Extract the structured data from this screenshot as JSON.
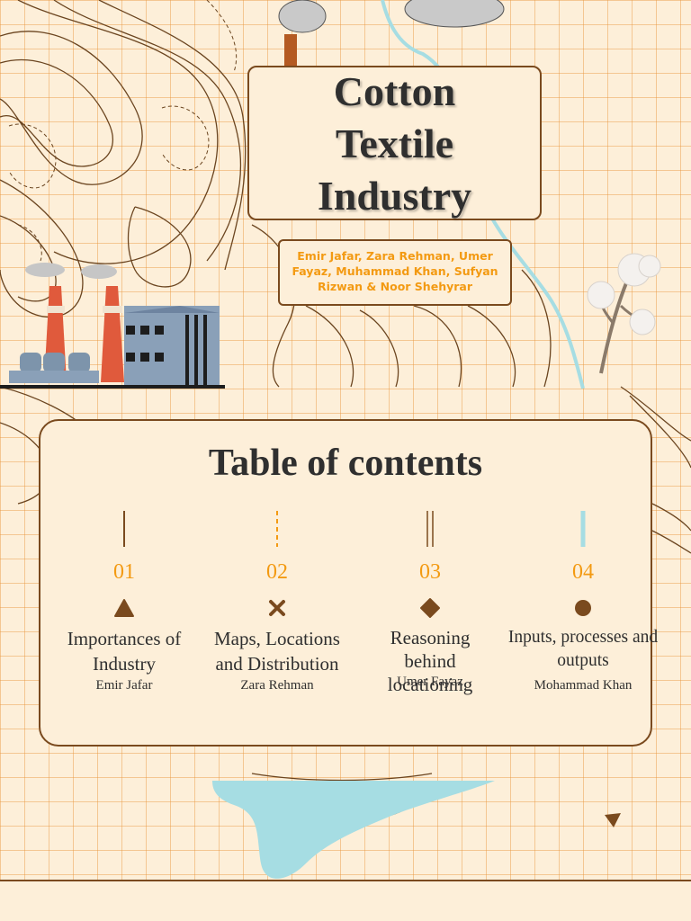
{
  "title": {
    "line1": "Cotton",
    "line2": "Textile",
    "line3": "Industry"
  },
  "authors": "Emir Jafar, Zara Rehman, Umer Fayaz, Muhammad Khan, Sufyan Rizwan & Noor Shehyrar",
  "toc": {
    "heading": "Table of contents",
    "items": [
      {
        "number": "01",
        "title": "Importances of Industry",
        "author": "Emir Jafar",
        "icon": "triangle-icon"
      },
      {
        "number": "02",
        "title": "Maps, Locations and Distribution",
        "author": "Zara Rehman",
        "icon": "cross-icon"
      },
      {
        "number": "03",
        "title": "Reasoning behind locationing",
        "author": "Umer Fayaz",
        "icon": "diamond-icon"
      },
      {
        "number": "04",
        "title": "Inputs, processes and outputs",
        "author": "Mohammad Khan",
        "icon": "circle-icon"
      }
    ]
  },
  "colors": {
    "accent": "#f39a12",
    "brown": "#7a4a1e",
    "river": "#a6dde3",
    "background": "#fdefd9",
    "text": "#2f2f2f"
  }
}
